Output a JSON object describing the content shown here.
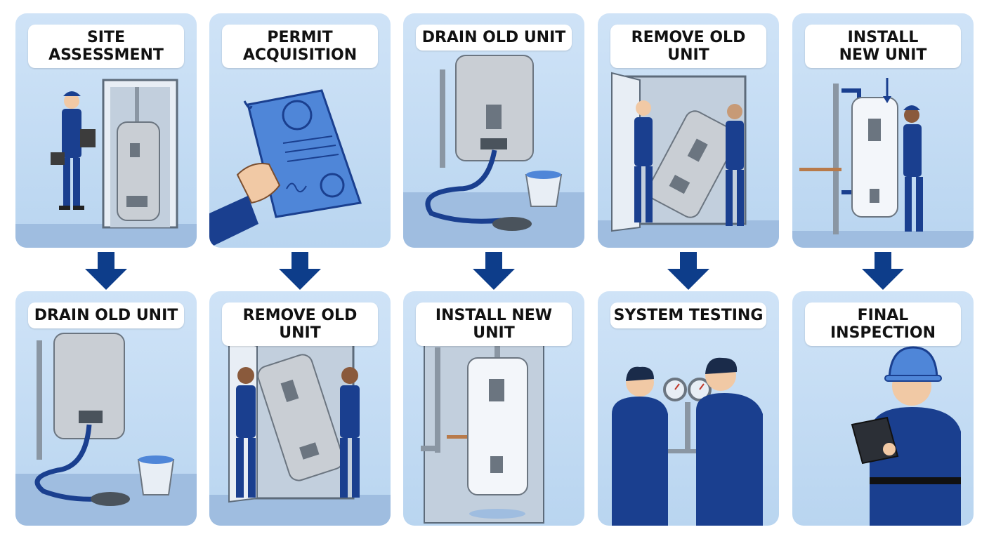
{
  "steps_top": [
    {
      "lines": [
        "SITE",
        "ASSESSMENT"
      ]
    },
    {
      "lines": [
        "PERMIT",
        "ACQUISITION"
      ]
    },
    {
      "lines": [
        "DRAIN OLD UNIT"
      ]
    },
    {
      "lines": [
        "REMOVE OLD UNIT"
      ]
    },
    {
      "lines": [
        "INSTALL",
        "NEW UNIT"
      ]
    }
  ],
  "steps_bottom": [
    {
      "lines": [
        "DRAIN OLD UNIT"
      ]
    },
    {
      "lines": [
        "REMOVE OLD UNIT"
      ]
    },
    {
      "lines": [
        "INSTALL NEW UNIT"
      ]
    },
    {
      "lines": [
        "SYSTEM TESTING"
      ]
    },
    {
      "lines": [
        "FINAL INSPECTION"
      ]
    }
  ],
  "colors": {
    "panel_bg": "#c4dcf3",
    "arrow": "#0d3d8a",
    "uniform": "#1a3f8f",
    "tank": "#c9ced4",
    "floor": "#9fbde0"
  }
}
